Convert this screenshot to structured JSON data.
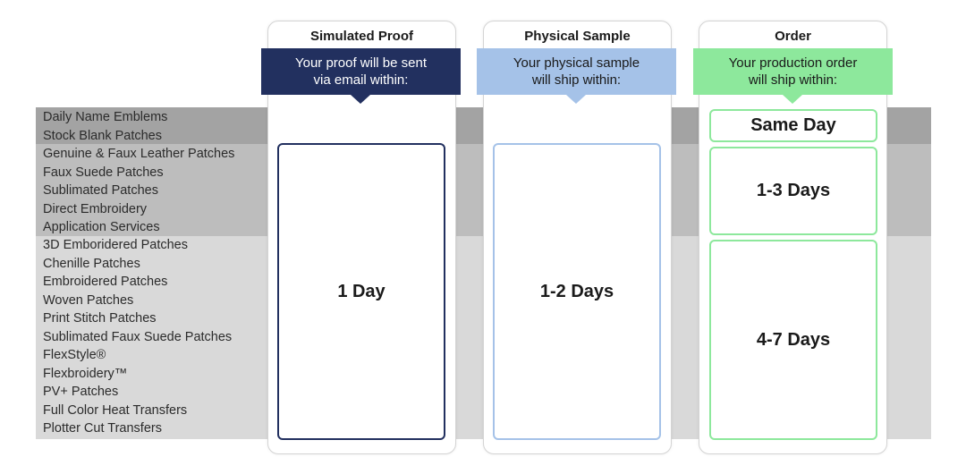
{
  "products": [
    "Daily Name Emblems",
    "Stock Blank Patches",
    "Genuine & Faux Leather Patches",
    "Faux Suede Patches",
    "Sublimated Patches",
    "Direct Embroidery",
    "Application Services",
    "3D Emboridered Patches",
    "Chenille Patches",
    "Embroidered Patches",
    "Woven Patches",
    "Print Stitch Patches",
    "Sublimated Faux Suede Patches",
    "FlexStyle®",
    "Flexbroidery™",
    "PV+ Patches",
    "Full Color Heat Transfers",
    "Plotter Cut Transfers"
  ],
  "columns": {
    "proof": {
      "title": "Simulated Proof",
      "banner_line1": "Your proof will be sent",
      "banner_line2": "via email within:",
      "duration": "1 Day",
      "color": "#22305f"
    },
    "sample": {
      "title": "Physical Sample",
      "banner_line1": "Your physical sample",
      "banner_line2": "will ship within:",
      "duration": "1-2 Days",
      "color": "#a5c2e8"
    },
    "order": {
      "title": "Order",
      "banner_line1": "Your production order",
      "banner_line2": "will ship within:",
      "durations": [
        "Same Day",
        "1-3 Days",
        "4-7 Days"
      ],
      "color": "#8de89c"
    }
  },
  "colors": {
    "band_dark": "#a3a3a3",
    "band_mid": "#bdbdbd",
    "band_light": "#d9d9d9"
  }
}
